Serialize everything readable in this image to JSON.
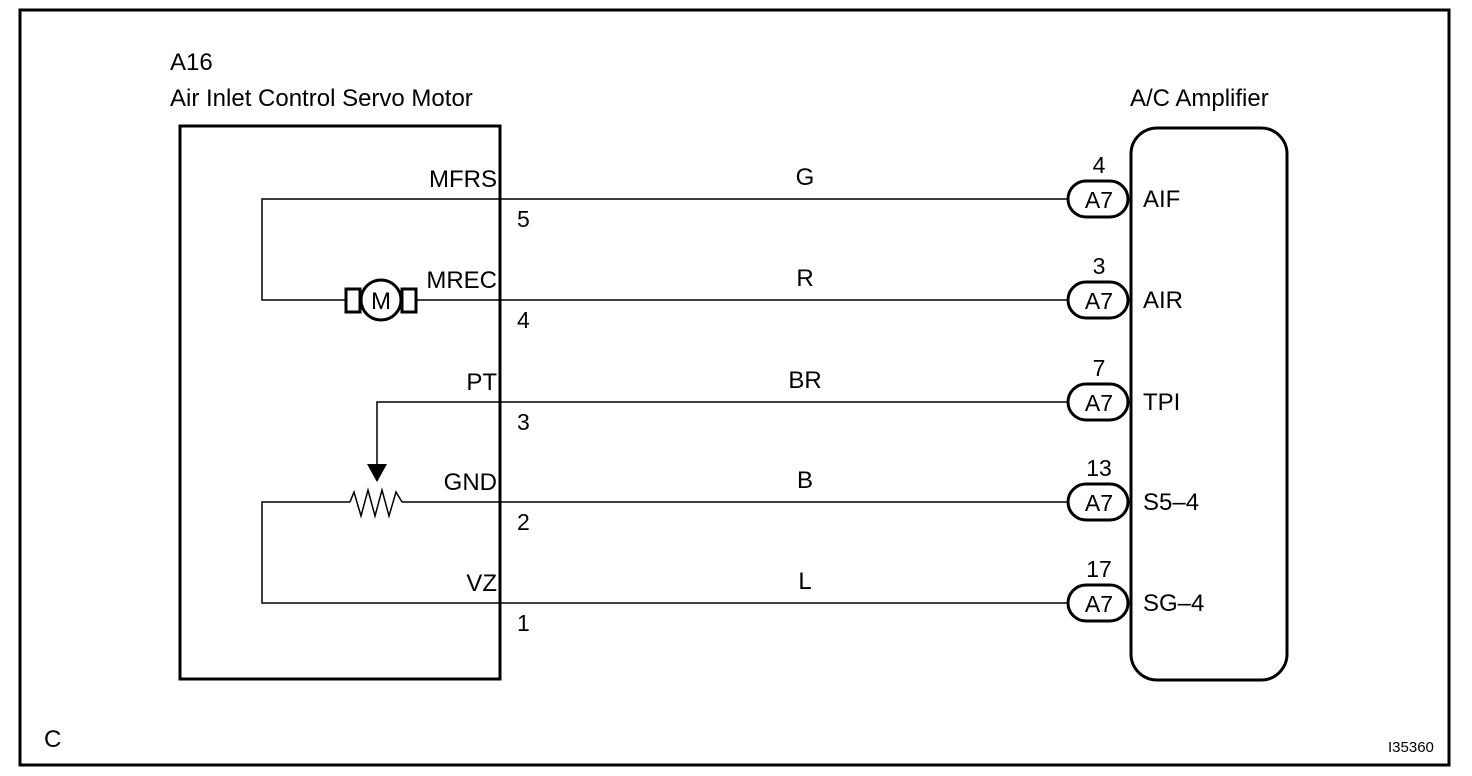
{
  "component_left": {
    "code": "A16",
    "name": "Air Inlet Control Servo Motor"
  },
  "component_right": {
    "name": "A/C Amplifier"
  },
  "motor_symbol": "M",
  "wires": [
    {
      "left_signal": "MFRS",
      "left_pin": "5",
      "color": "G",
      "amp_pin": "4",
      "connector": "A7",
      "amp_signal": "AIF"
    },
    {
      "left_signal": "MREC",
      "left_pin": "4",
      "color": "R",
      "amp_pin": "3",
      "connector": "A7",
      "amp_signal": "AIR"
    },
    {
      "left_signal": "PT",
      "left_pin": "3",
      "color": "BR",
      "amp_pin": "7",
      "connector": "A7",
      "amp_signal": "TPI"
    },
    {
      "left_signal": "GND",
      "left_pin": "2",
      "color": "B",
      "amp_pin": "13",
      "connector": "A7",
      "amp_signal": "S5–4"
    },
    {
      "left_signal": "VZ",
      "left_pin": "1",
      "color": "L",
      "amp_pin": "17",
      "connector": "A7",
      "amp_signal": "SG–4"
    }
  ],
  "corner_label": "C",
  "figure_id": "I35360"
}
